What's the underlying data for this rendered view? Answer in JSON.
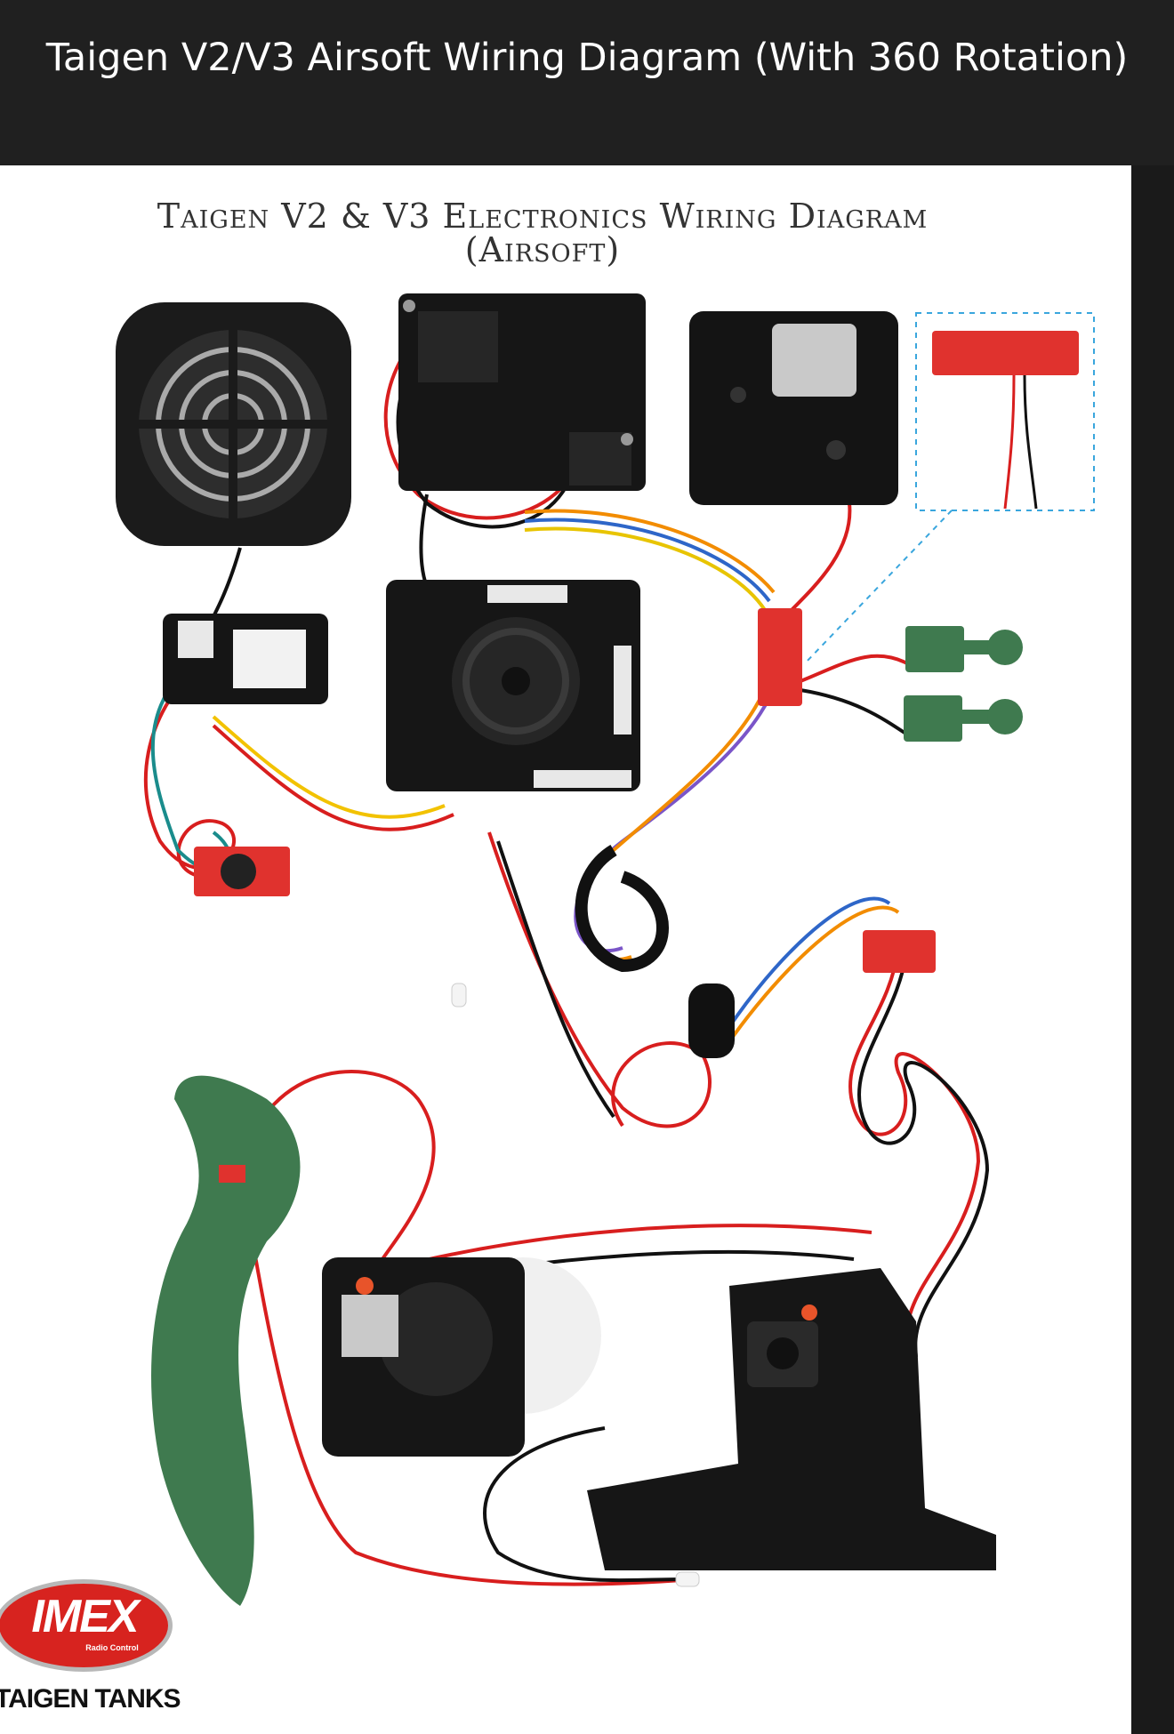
{
  "header": {
    "title": "Taigen V2/V3 Airsoft Wiring Diagram (With 360 Rotation)"
  },
  "diagram": {
    "title_line1": "Taigen V2 & V3 Electronics Wiring Diagram",
    "title_line2": "(Airsoft)"
  },
  "logo": {
    "brand": "IMEX",
    "brand_sub": "Radio Control",
    "tagline": "TAIGEN TANKS"
  },
  "colors": {
    "header_bg": "#202020",
    "wire_red": "#d81e1e",
    "wire_black": "#111111",
    "pcb_red": "#e0322e",
    "part_green": "#3f7a4f",
    "part_black": "#161616"
  }
}
